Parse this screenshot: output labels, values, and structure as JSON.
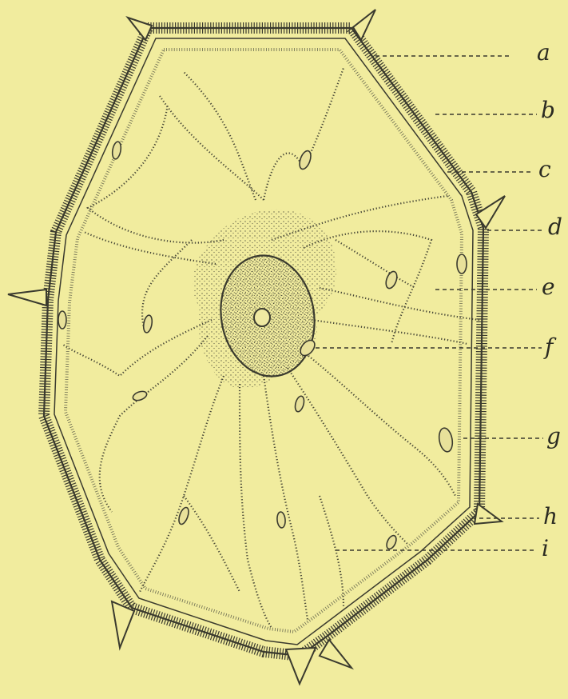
{
  "figure": {
    "background": "#f1ec9e",
    "ink": "#3a3a2e",
    "labels": {
      "a": "a",
      "b": "b",
      "c": "c",
      "d": "d",
      "e": "e",
      "f": "f",
      "g": "g",
      "h": "h",
      "i": "i"
    }
  }
}
